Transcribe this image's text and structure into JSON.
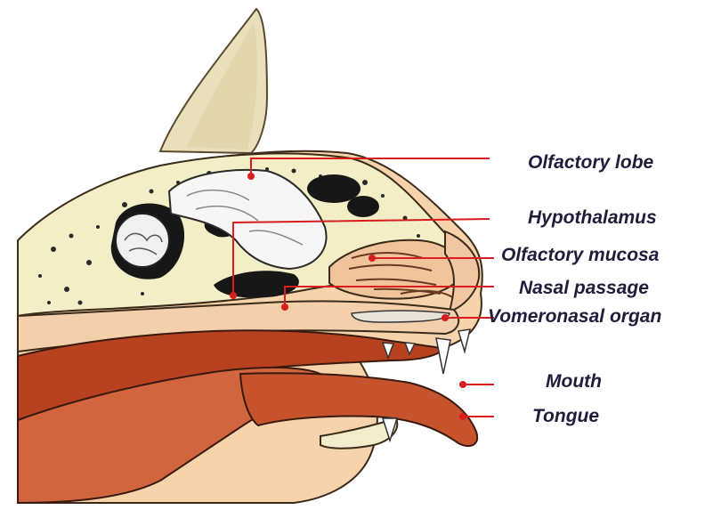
{
  "labels": {
    "olfactory_lobe": "Olfactory lobe",
    "hypothalamus": "Hypothalamus",
    "olfactory_mucosa": "Olfactory mucosa",
    "nasal_passage": "Nasal passage",
    "vomeronasal_organ": "Vomeronasal organ",
    "mouth": "Mouth",
    "tongue": "Tongue"
  },
  "colors": {
    "pointer_red": "#d81e1e",
    "label_text": "#1f1d3a",
    "bone": "#f2ecc4",
    "skin": "#f5cfa4",
    "flesh_red": "#b9401f",
    "brain_white": "#f4f4f4",
    "cavity_dark": "#161616",
    "ear": "#e8ddb8"
  }
}
